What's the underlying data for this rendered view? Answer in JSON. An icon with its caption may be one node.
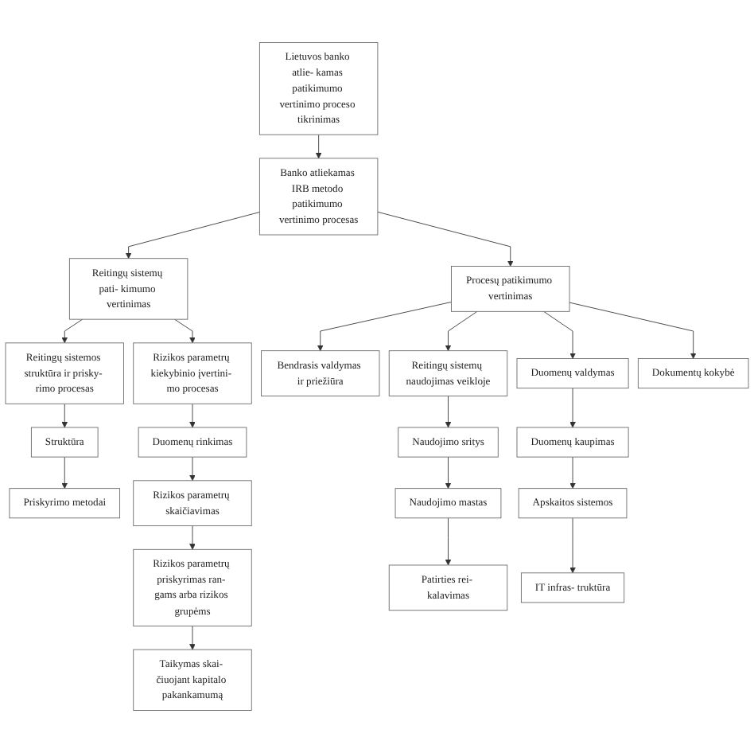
{
  "diagram": {
    "nodes": [
      {
        "text": [
          "Banko atliekamas IRB metodo patikimumo vertinimo procesas"
        ]
      },
      {
        "text": [
          "Lietuvos banko atlie- kamas patikimumo vertinimo proceso tikrinimas"
        ]
      },
      {
        "text": [
          "Reitingų sistemų pati- kimumo vertinimas"
        ]
      },
      {
        "text": [
          "Procesų patikimumo vertinimas"
        ]
      },
      {
        "text": [
          "Reitingų sistemos struktūra ir prisky- rimo procesas"
        ]
      },
      {
        "text": [
          "Rizikos parametrų kiekybinio įvertini- mo procesas"
        ]
      },
      {
        "text": [
          "Bendrasis valdymas ir priežiūra"
        ]
      },
      {
        "text": [
          "Reitingų sistemų naudojimas veikloje"
        ]
      },
      {
        "text": [
          "Duomenų valdymas"
        ]
      },
      {
        "text": [
          "Dokumentų kokybė"
        ]
      },
      {
        "text": [
          "Struktūra"
        ]
      },
      {
        "text": [
          "Duomenų rinkimas"
        ]
      },
      {
        "text": [
          "Naudojimo sritys"
        ]
      },
      {
        "text": [
          "Duomenų kaupimas"
        ]
      },
      {
        "text": [
          "Priskyrimo metodai"
        ]
      },
      {
        "text": [
          "Rizikos parametrų skaičiavimas"
        ]
      },
      {
        "text": [
          "Naudojimo mastas"
        ]
      },
      {
        "text": [
          "Apskaitos sistemos"
        ]
      },
      {
        "text": [
          "Rizikos parametrų priskyrimas ran- gams arba rizikos grupėms"
        ]
      },
      {
        "text": [
          "Patirties rei- kalavimas"
        ]
      },
      {
        "text": [
          "IT infras- truktūra"
        ]
      },
      {
        "text": [
          "Taikymas skai- čiuojant kapitalo pakankamumą"
        ]
      }
    ],
    "edges": [
      {
        "from": 1,
        "to": 0,
        "arrow": "to"
      },
      {
        "from": 0,
        "to": 2,
        "arrow": "to"
      },
      {
        "from": 0,
        "to": 3,
        "arrow": "to"
      },
      {
        "from": 2,
        "to": 4,
        "arrow": "to"
      },
      {
        "from": 2,
        "to": 5,
        "arrow": "to"
      },
      {
        "from": 3,
        "to": 6,
        "arrow": "to"
      },
      {
        "from": 3,
        "to": 7,
        "arrow": "to"
      },
      {
        "from": 3,
        "to": 8,
        "arrow": "to"
      },
      {
        "from": 3,
        "to": 9,
        "arrow": "to"
      },
      {
        "from": 4,
        "to": 10,
        "arrow": "to"
      },
      {
        "from": 10,
        "to": 14,
        "arrow": "to"
      },
      {
        "from": 5,
        "to": 11,
        "arrow": "to"
      },
      {
        "from": 11,
        "to": 15,
        "arrow": "to"
      },
      {
        "from": 15,
        "to": 18,
        "arrow": "to"
      },
      {
        "from": 18,
        "to": 21,
        "arrow": "to"
      },
      {
        "from": 7,
        "to": 12,
        "arrow": "to"
      },
      {
        "from": 12,
        "to": 16,
        "arrow": "to"
      },
      {
        "from": 16,
        "to": 19,
        "arrow": "to"
      },
      {
        "from": 8,
        "to": 13,
        "arrow": "to"
      },
      {
        "from": 13,
        "to": 17,
        "arrow": "to"
      },
      {
        "from": 17,
        "to": 20,
        "arrow": "to"
      }
    ]
  }
}
